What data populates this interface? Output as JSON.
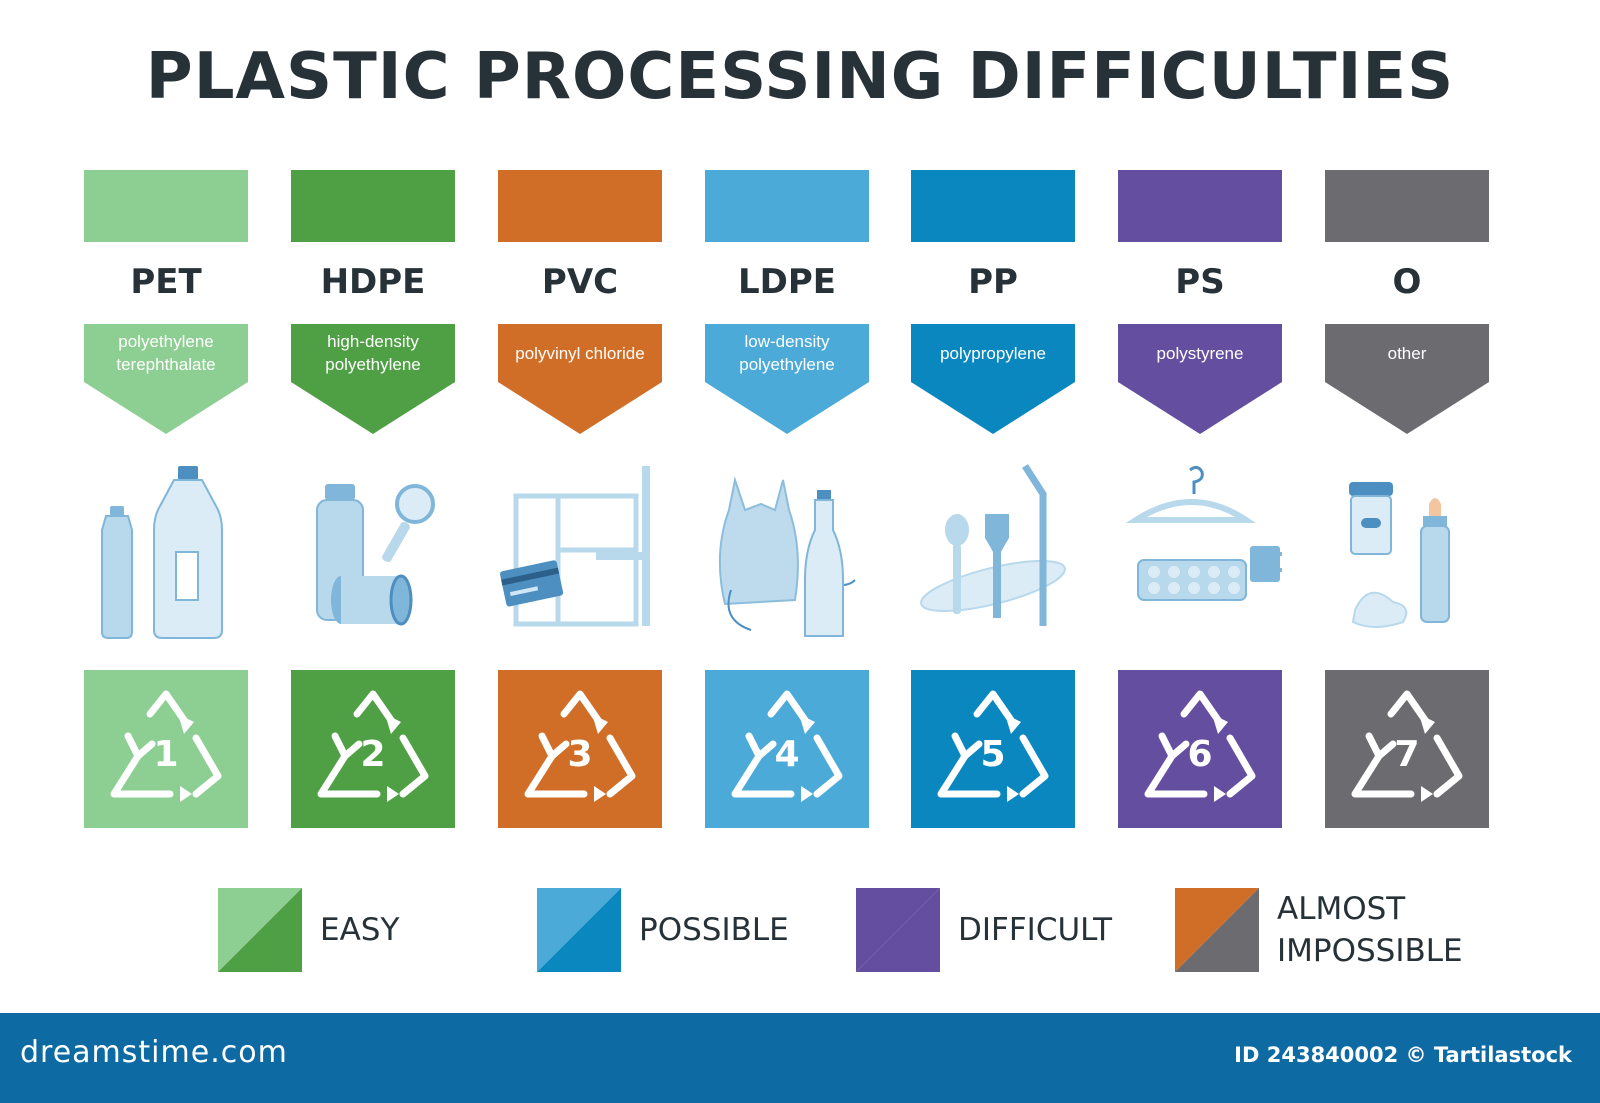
{
  "title": "PLASTIC PROCESSING DIFFICULTIES",
  "plastics": [
    {
      "code": "PET",
      "name": "polyethylene terephthalate",
      "number": "1",
      "color": "#8dcf92",
      "difficulty": "EASY"
    },
    {
      "code": "HDPE",
      "name": "high-density polyethylene",
      "number": "2",
      "color": "#4f9f45",
      "difficulty": "EASY"
    },
    {
      "code": "PVC",
      "name": "polyvinyl chloride",
      "number": "3",
      "color": "#d06d26",
      "difficulty": "ALMOST IMPOSSIBLE"
    },
    {
      "code": "LDPE",
      "name": "low-density polyethylene",
      "number": "4",
      "color": "#4baad8",
      "difficulty": "POSSIBLE"
    },
    {
      "code": "PP",
      "name": "polypropylene",
      "number": "5",
      "color": "#0a87bf",
      "difficulty": "POSSIBLE"
    },
    {
      "code": "PS",
      "name": "polystyrene",
      "number": "6",
      "color": "#634e9f",
      "difficulty": "DIFFICULT"
    },
    {
      "code": "O",
      "name": "other",
      "number": "7",
      "color": "#6b6b70",
      "difficulty": "ALMOST IMPOSSIBLE"
    }
  ],
  "legend": [
    {
      "label": "EASY",
      "colors": [
        "#8dcf92",
        "#4f9f45"
      ]
    },
    {
      "label": "POSSIBLE",
      "colors": [
        "#4baad8",
        "#0a87bf"
      ]
    },
    {
      "label": "DIFFICULT",
      "colors": [
        "#634e9f",
        "#634e9f"
      ]
    },
    {
      "label": "ALMOST IMPOSSIBLE",
      "colors": [
        "#d06d26",
        "#6b6b70"
      ]
    }
  ],
  "footer": {
    "site": "dreamstime.com",
    "credit": "ID 243840002 © Tartilastock",
    "color": "#0e6aa3"
  },
  "icons": {
    "badge": "recycling-triangle-icon",
    "items": [
      "bottles-icon",
      "shampoo-bottle-rattle-icon",
      "window-pipe-card-icon",
      "bag-bottle-icon",
      "cutlery-straw-plate-icon",
      "hanger-egg-tray-cup-icon",
      "jar-baby-bottle-icon"
    ]
  }
}
